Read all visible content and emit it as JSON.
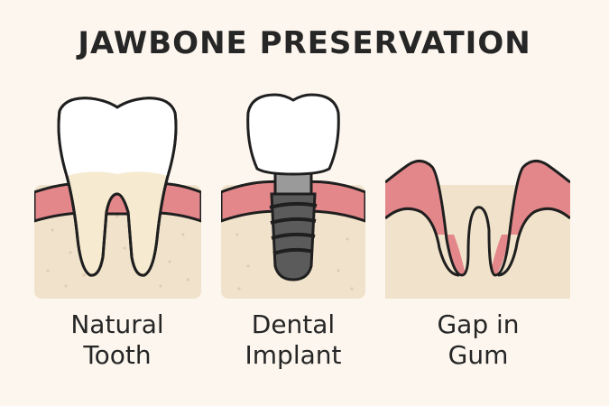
{
  "title": "JAWBONE PRESERVATION",
  "panels": [
    {
      "id": "natural-tooth",
      "label_line1": "Natural",
      "label_line2": "Tooth"
    },
    {
      "id": "dental-implant",
      "label_line1": "Dental",
      "label_line2": "Implant"
    },
    {
      "id": "gap-in-gum",
      "label_line1": "Gap in",
      "label_line2": "Gum"
    }
  ],
  "colors": {
    "background": "#fcf6ee",
    "bone": "#f1e3cb",
    "gum": "#e3878a",
    "enamel": "#ffffff",
    "root": "#f6ead0",
    "implant_dark": "#5b5b5b",
    "abutment": "#9a9a9a",
    "outline": "#1f1f1f"
  }
}
